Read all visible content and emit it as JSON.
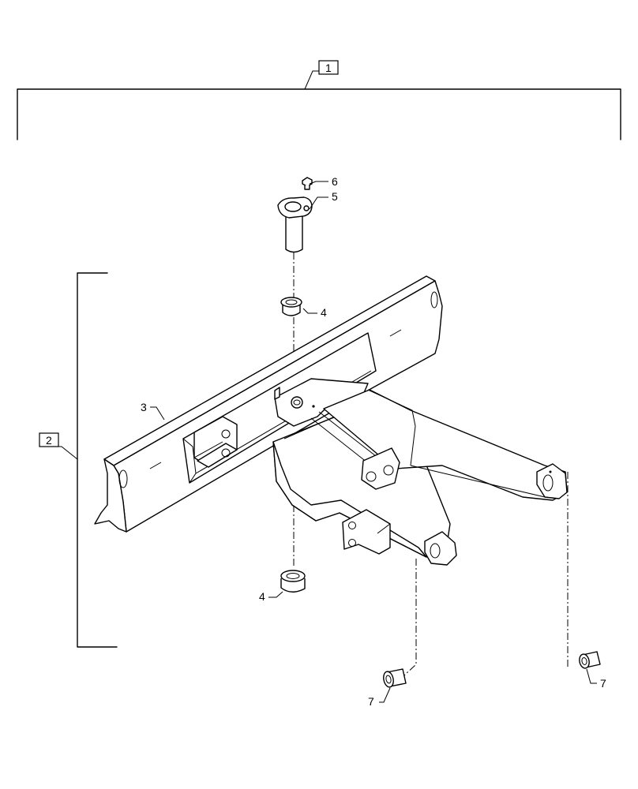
{
  "callouts": {
    "c1": "1",
    "c2": "2",
    "c3": "3",
    "c4a": "4",
    "c4b": "4",
    "c5": "5",
    "c6": "6",
    "c7a": "7",
    "c7b": "7"
  },
  "icons": [
    "assembly-bracket",
    "sub-assembly-bracket"
  ]
}
